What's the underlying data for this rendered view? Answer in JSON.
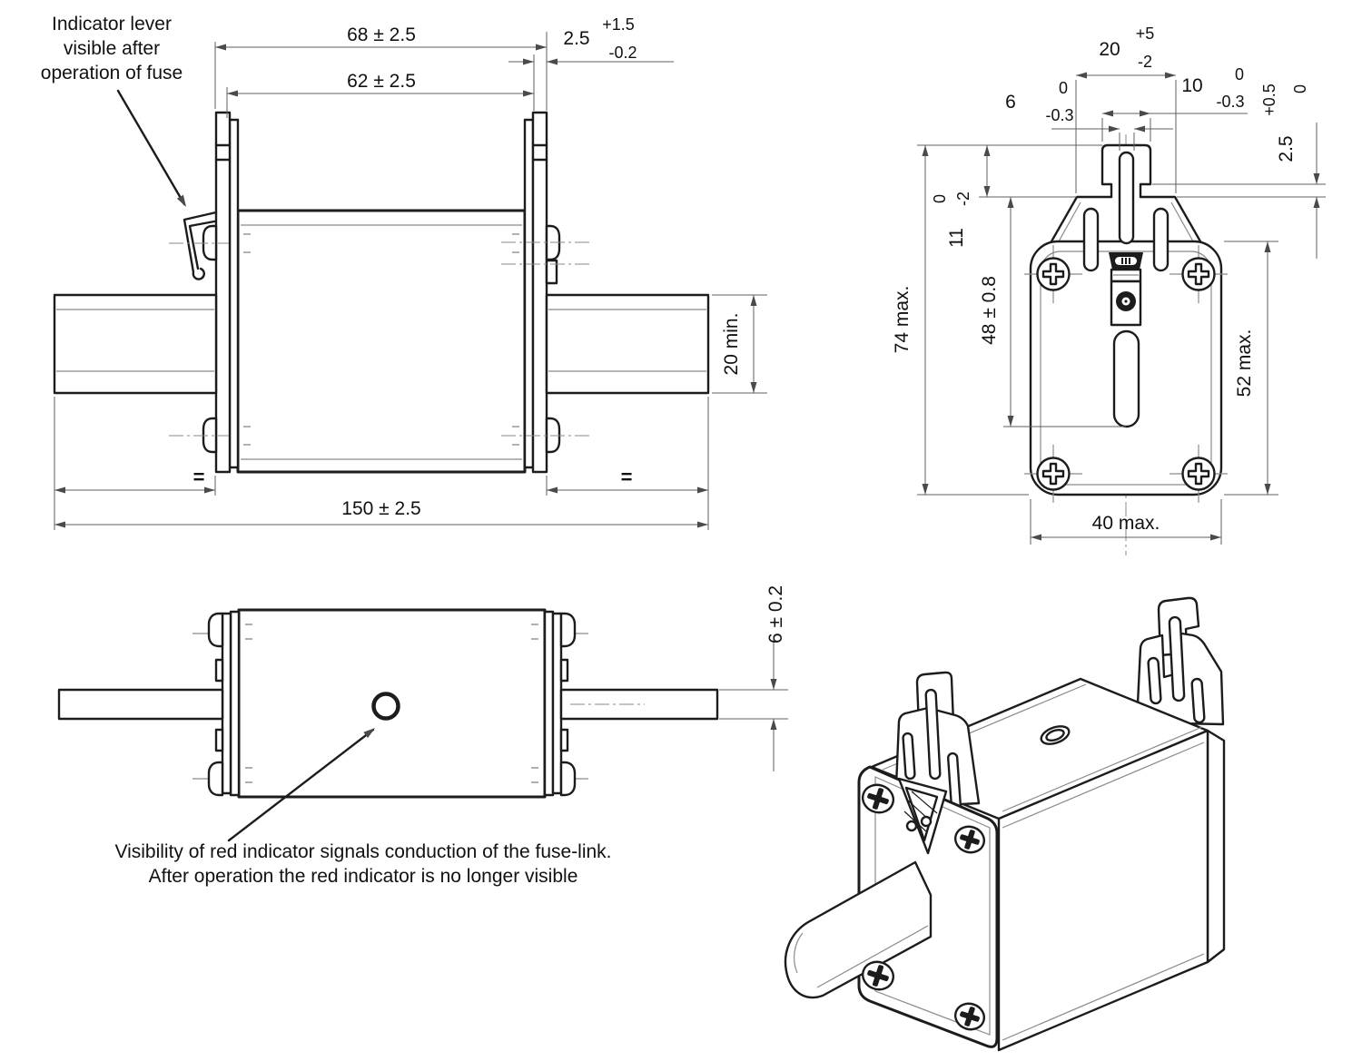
{
  "drawing_type": "fuse-link dimensional drawing",
  "colors": {
    "object_line": "#1c1c1c",
    "dimension_line": "#5f5f5f",
    "centerline": "#8a8a8a",
    "text": "#111111",
    "background": "#ffffff"
  },
  "front_view": {
    "callout": [
      "Indicator lever",
      "visible after",
      "operation of fuse"
    ],
    "dim_width_outer": "68 ± 2.5",
    "dim_width_inner": "62 ± 2.5",
    "dim_lug": "2.5",
    "dim_lug_plus": "+1.5",
    "dim_lug_minus": "-0.2",
    "dim_blade_height": "20 min.",
    "equal_left": "=",
    "equal_right": "=",
    "dim_overall": "150 ± 2.5"
  },
  "side_view": {
    "dim_slot_span": "20",
    "dim_slot_span_plus": "+5",
    "dim_slot_span_minus": "-2",
    "dim_slot_width": "6",
    "dim_slot_width_plus": "0",
    "dim_slot_width_minus": "-0.3",
    "dim_tab_width": "10",
    "dim_tab_width_plus": "0",
    "dim_tab_width_minus": "-0.3",
    "dim_step": "2.5",
    "dim_step_plus": "+0.5",
    "dim_step_minus": "0",
    "dim_tab_height": "11",
    "dim_tab_height_plus": "0",
    "dim_tab_height_minus": "-2",
    "dim_height": "74 max.",
    "dim_slot_pos": "48 ± 0.8",
    "dim_body_height": "52 max.",
    "dim_body_width": "40 max."
  },
  "top_view": {
    "dim_blade_thickness": "6 ± 0.2",
    "note": [
      "Visibility of red indicator signals conduction of the fuse-link.",
      "After operation the red indicator is no longer visible"
    ]
  }
}
